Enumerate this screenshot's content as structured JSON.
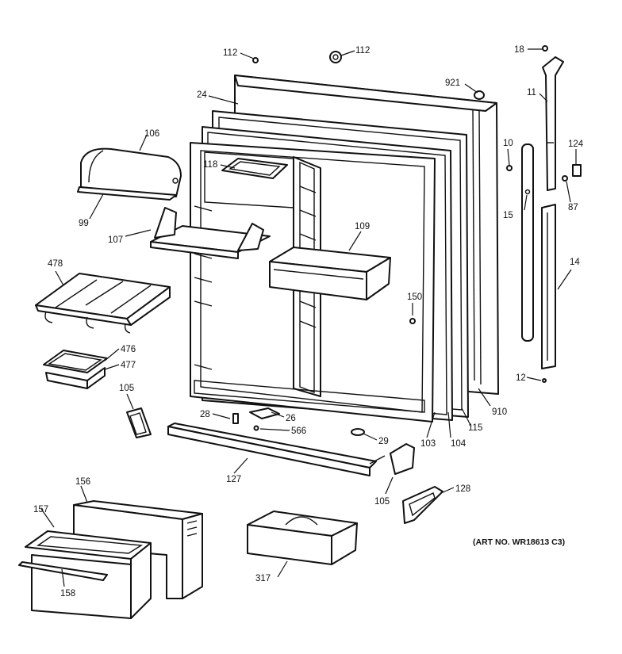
{
  "art_number": "(ART NO. WR18613 C3)",
  "labels": {
    "l112a": "112",
    "l112b": "112",
    "l18": "18",
    "l921": "921",
    "l11": "11",
    "l24": "24",
    "l106": "106",
    "l118": "118",
    "l10": "10",
    "l124": "124",
    "l99": "99",
    "l15": "15",
    "l87": "87",
    "l109": "109",
    "l107": "107",
    "l14": "14",
    "l478": "478",
    "l150": "150",
    "l476": "476",
    "l477": "477",
    "l12": "12",
    "l105a": "105",
    "l910": "910",
    "l28": "28",
    "l26": "26",
    "l566": "566",
    "l29": "29",
    "l103": "103",
    "l104": "104",
    "l115": "115",
    "l127": "127",
    "l105b": "105",
    "l128": "128",
    "l156": "156",
    "l157": "157",
    "l158": "158",
    "l317": "317"
  }
}
